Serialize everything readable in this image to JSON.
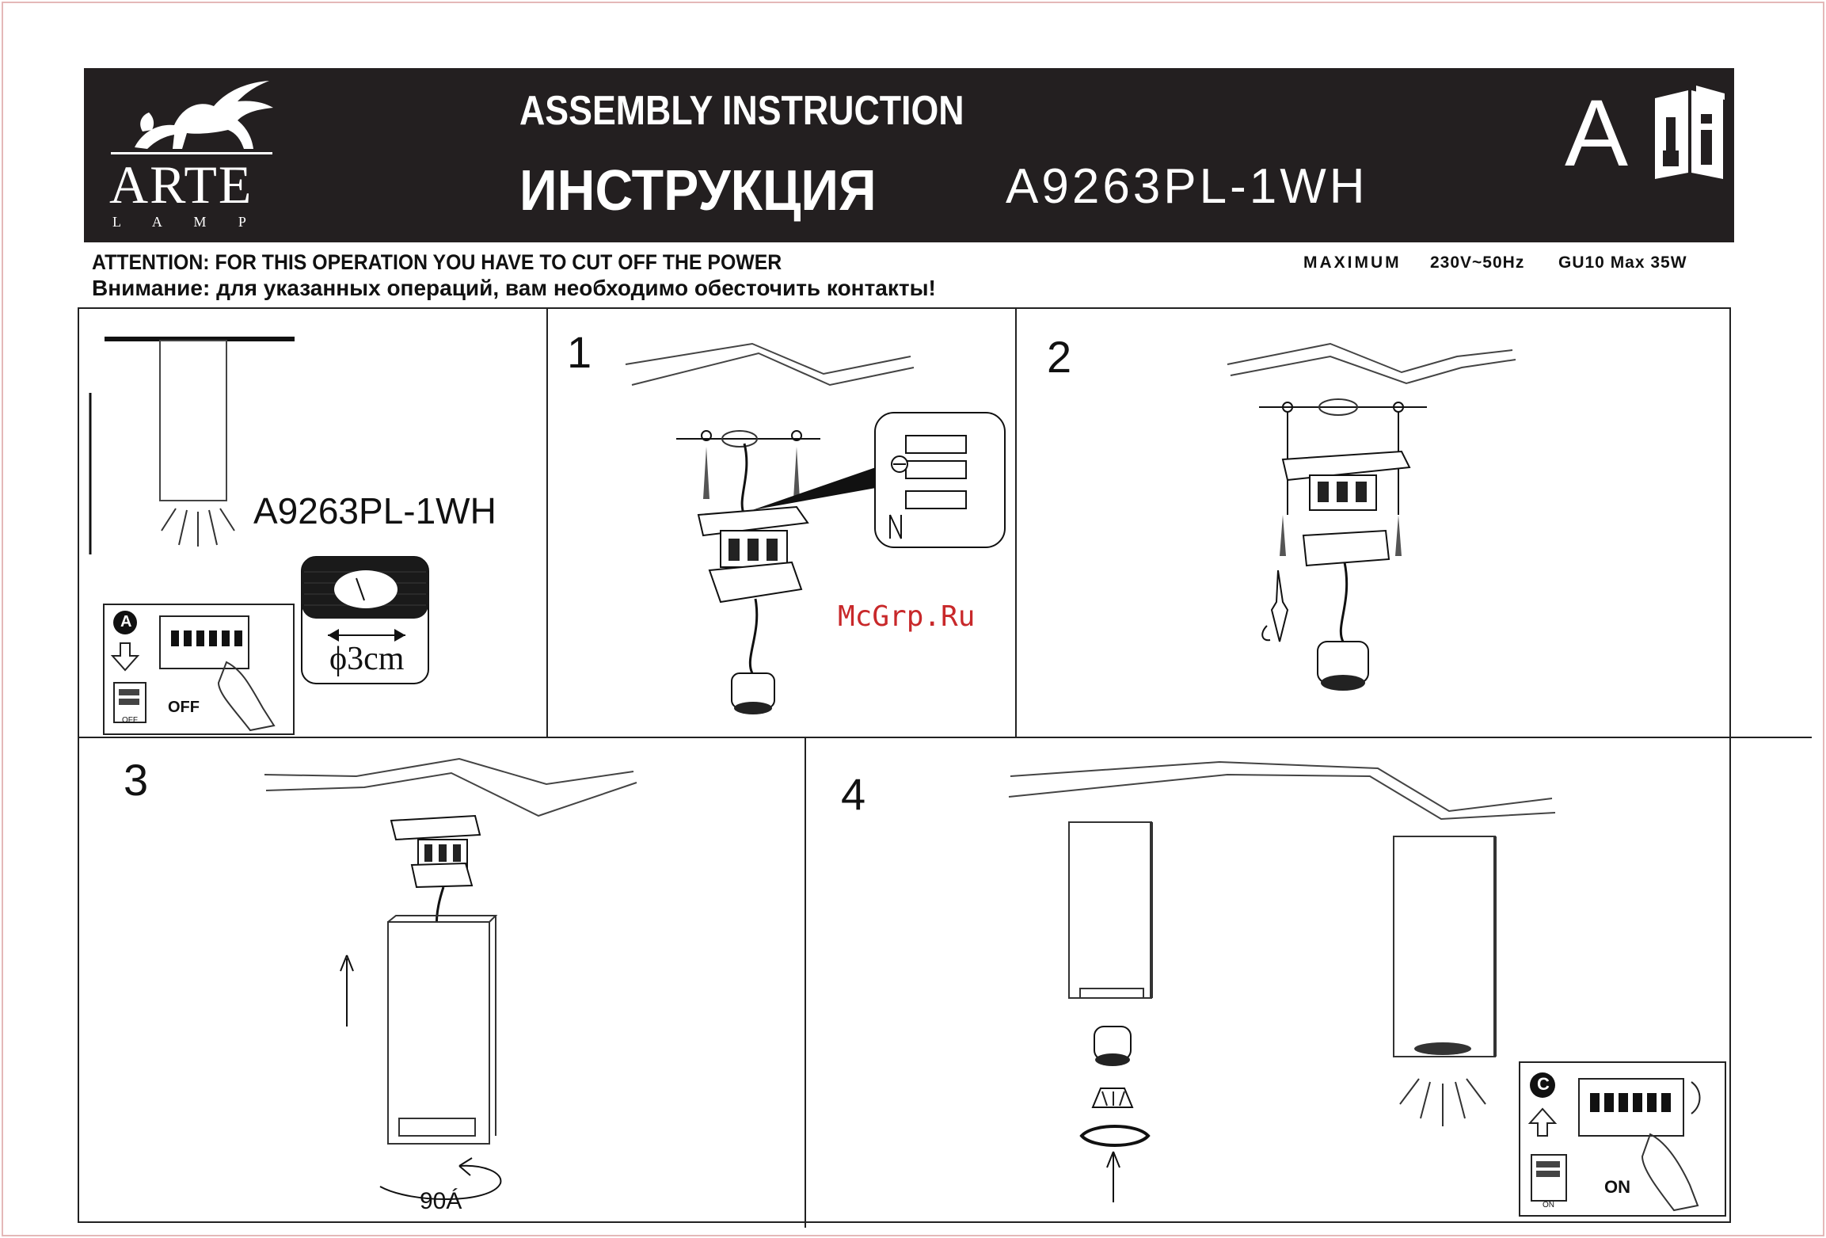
{
  "header": {
    "brand_name": "ARTE",
    "brand_sub": "L A M P",
    "title_en": "ASSEMBLY  INSTRUCTION",
    "title_ru": "ИНСТРУКЦИЯ",
    "model": "A9263PL-1WH",
    "doc_type_letter": "A",
    "info_icon": "manual-info-icon"
  },
  "warning": {
    "en": "ATTENTION: FOR THIS OPERATION YOU HAVE TO CUT OFF THE POWER",
    "ru": "Внимание: для указанных операций, вам необходимо обесточить контакты!",
    "max_label": "MAXIMUM",
    "max_voltage": "230V~50Hz",
    "max_lamp": "GU10 Max 35W"
  },
  "overview": {
    "model": "A9263PL-1WH",
    "hole_size": "ϕ3cm",
    "breaker_badge": "A",
    "switch_state": "OFF",
    "switch_small": "OFF"
  },
  "steps": [
    {
      "number": "1"
    },
    {
      "number": "2"
    },
    {
      "number": "3",
      "rotation": "90Á"
    },
    {
      "number": "4"
    }
  ],
  "final": {
    "breaker_badge": "C",
    "switch_state": "ON",
    "switch_small": "ON"
  },
  "watermark": "McGrp.Ru"
}
